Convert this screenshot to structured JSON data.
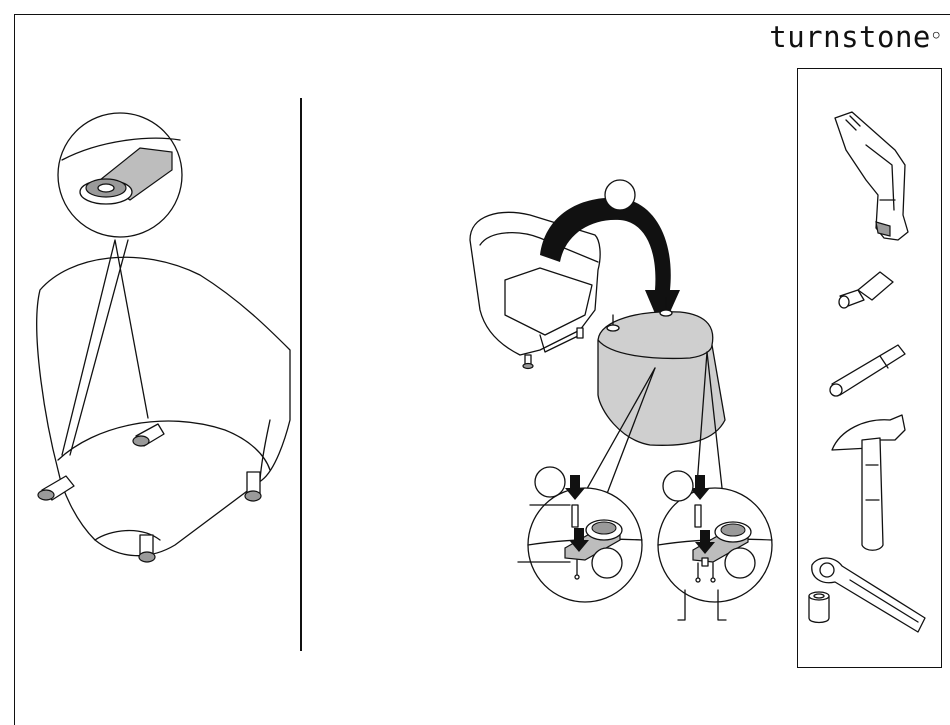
{
  "brand": {
    "name": "turnstone",
    "mark": "○"
  },
  "tools": [
    "drill-icon",
    "hex-bit-icon",
    "bit-extension-icon",
    "hammer-icon",
    "ratchet-wrench-icon"
  ],
  "step_markers": [
    {
      "name": "step-marker-flip",
      "label": ""
    },
    {
      "name": "step-marker-left-insert",
      "label": ""
    },
    {
      "name": "step-marker-left-fasten",
      "label": ""
    },
    {
      "name": "step-marker-right-insert",
      "label": ""
    },
    {
      "name": "step-marker-right-fasten",
      "label": ""
    }
  ],
  "colors": {
    "line": "#111111",
    "seat_fill": "#cfcfcf",
    "zoom_fill": "#bdbdbd"
  }
}
